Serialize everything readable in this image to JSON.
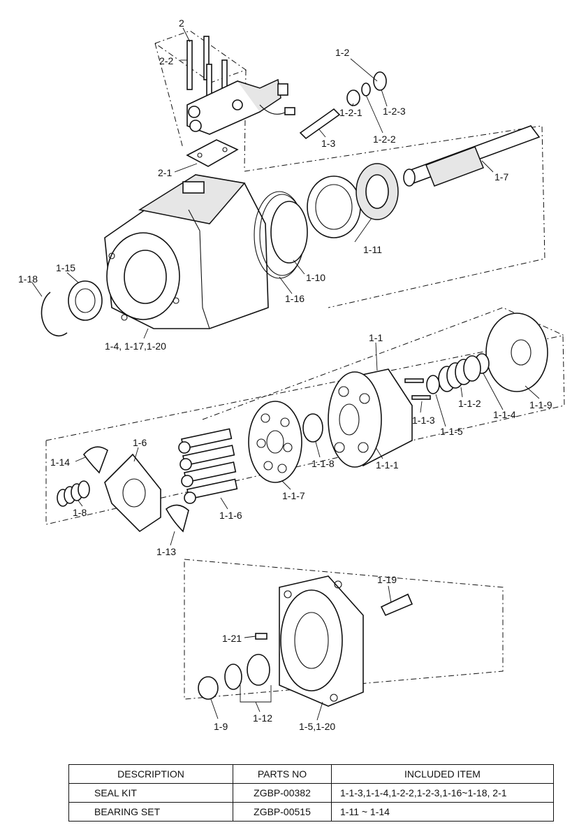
{
  "callouts": {
    "c2": "2",
    "c2_2": "2-2",
    "c2_1": "2-1",
    "c1_2": "1-2",
    "c1_2_1": "1-2-1",
    "c1_2_2": "1-2-2",
    "c1_2_3": "1-2-3",
    "c1_3": "1-3",
    "c1_7": "1-7",
    "c1_11": "1-11",
    "c1_10": "1-10",
    "c1_16": "1-16",
    "c1_18": "1-18",
    "c1_15": "1-15",
    "c1_4": "1-4, 1-17,1-20",
    "c1_1": "1-1",
    "c1_1_2": "1-1-2",
    "c1_1_4": "1-1-4",
    "c1_1_9": "1-1-9",
    "c1_1_3": "1-1-3",
    "c1_1_5": "1-1-5",
    "c1_1_8": "1-1-8",
    "c1_1_1": "1-1-1",
    "c1_1_7": "1-1-7",
    "c1_1_6": "1-1-6",
    "c1_6": "1-6",
    "c1_14": "1-14",
    "c1_8": "1-8",
    "c1_13": "1-13",
    "c1_19": "1-19",
    "c1_21": "1-21",
    "c1_9": "1-9",
    "c1_12": "1-12",
    "c1_5": "1-5,1-20"
  },
  "table": {
    "headers": {
      "description": "DESCRIPTION",
      "parts_no": "PARTS NO",
      "included_item": "INCLUDED ITEM"
    },
    "rows": [
      {
        "description": "SEAL KIT",
        "parts_no": "ZGBP-00382",
        "included_item": "1-1-3,1-1-4,1-2-2,1-2-3,1-16~1-18, 2-1"
      },
      {
        "description": "BEARING SET",
        "parts_no": "ZGBP-00515",
        "included_item": "1-11 ~ 1-14"
      }
    ]
  }
}
